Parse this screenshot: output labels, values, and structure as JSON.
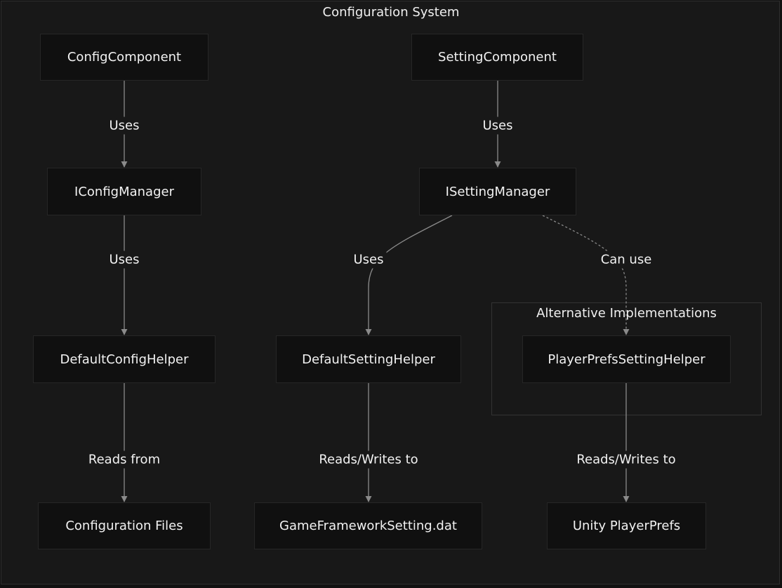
{
  "diagram": {
    "title": "Configuration System",
    "subgroup_title": "Alternative Implementations",
    "nodes": {
      "config_component": "ConfigComponent",
      "setting_component": "SettingComponent",
      "iconfig_manager": "IConfigManager",
      "isetting_manager": "ISettingManager",
      "default_config_helper": "DefaultConfigHelper",
      "default_setting_helper": "DefaultSettingHelper",
      "playerprefs_setting_helper": "PlayerPrefsSettingHelper",
      "configuration_files": "Configuration Files",
      "gameframework_setting_dat": "GameFrameworkSetting.dat",
      "unity_playerprefs": "Unity PlayerPrefs"
    },
    "edges": [
      {
        "from": "ConfigComponent",
        "to": "IConfigManager",
        "label": "Uses",
        "style": "solid"
      },
      {
        "from": "IConfigManager",
        "to": "DefaultConfigHelper",
        "label": "Uses",
        "style": "solid"
      },
      {
        "from": "DefaultConfigHelper",
        "to": "Configuration Files",
        "label": "Reads from",
        "style": "solid"
      },
      {
        "from": "SettingComponent",
        "to": "ISettingManager",
        "label": "Uses",
        "style": "solid"
      },
      {
        "from": "ISettingManager",
        "to": "DefaultSettingHelper",
        "label": "Uses",
        "style": "solid"
      },
      {
        "from": "ISettingManager",
        "to": "PlayerPrefsSettingHelper",
        "label": "Can use",
        "style": "dotted"
      },
      {
        "from": "DefaultSettingHelper",
        "to": "GameFrameworkSetting.dat",
        "label": "Reads/Writes to",
        "style": "solid"
      },
      {
        "from": "PlayerPrefsSettingHelper",
        "to": "Unity PlayerPrefs",
        "label": "Reads/Writes to",
        "style": "solid"
      }
    ],
    "colors": {
      "background": "#111111",
      "cluster": "#181818",
      "node_fill": "#101010",
      "edge": "#8a8a8a",
      "text": "#f2f2f2"
    }
  }
}
